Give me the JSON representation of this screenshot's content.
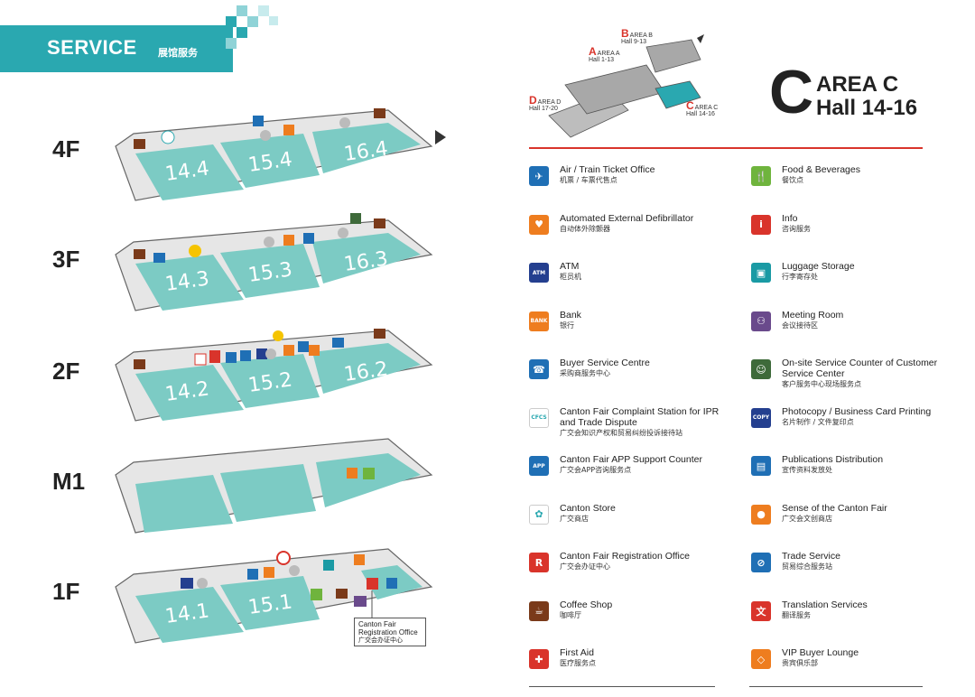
{
  "header": {
    "title": "SERVICE",
    "subtitle": "展馆服务"
  },
  "floors": [
    {
      "label": "4F",
      "halls": [
        "14.4",
        "15.4",
        "16.4"
      ]
    },
    {
      "label": "3F",
      "halls": [
        "14.3",
        "15.3",
        "16.3"
      ]
    },
    {
      "label": "2F",
      "halls": [
        "14.2",
        "15.2",
        "16.2"
      ]
    },
    {
      "label": "M1",
      "halls": [
        "",
        "",
        ""
      ]
    },
    {
      "label": "1F",
      "halls": [
        "14.1",
        "15.1",
        ""
      ]
    }
  ],
  "callout": {
    "en_line1": "Canton Fair",
    "en_line2": "Registration Office",
    "cn": "广交会办证中心"
  },
  "area": {
    "letter": "C",
    "line1": "AREA C",
    "line2": "Hall 14-16"
  },
  "mini_map": {
    "area_a": {
      "letter": "A",
      "line1": "AREA A",
      "line2": "Hall 1-13"
    },
    "area_b": {
      "letter": "B",
      "line1": "AREA B",
      "line2": "Hall 9-13"
    },
    "area_c": {
      "letter": "C",
      "line1": "AREA C",
      "line2": "Hall 14-16"
    },
    "area_d": {
      "letter": "D",
      "line1": "AREA D",
      "line2": "Hall 17-20"
    }
  },
  "legend": {
    "left": [
      {
        "en": "Air / Train Ticket Office",
        "cn": "机票 / 车票代售点",
        "icon": "plane-train-icon",
        "glyph": "✈",
        "color": "c-blue"
      },
      {
        "en": "Automated External Defibrillator",
        "cn": "自动体外除颤器",
        "icon": "defibrillator-icon",
        "glyph": "♥",
        "color": "c-orange"
      },
      {
        "en": "ATM",
        "cn": "柜员机",
        "icon": "atm-icon",
        "glyph": "ATM",
        "color": "c-navy"
      },
      {
        "en": "Bank",
        "cn": "银行",
        "icon": "bank-icon",
        "glyph": "BANK",
        "color": "c-orange"
      },
      {
        "en": "Buyer Service Centre",
        "cn": "采购商服务中心",
        "icon": "buyer-service-icon",
        "glyph": "☎",
        "color": "c-blue"
      },
      {
        "en": "Canton Fair Complaint Station for IPR and Trade Dispute",
        "cn": "广交会知识产权和贸易纠纷投诉接待站",
        "icon": "cfcs-icon",
        "glyph": "CFCS",
        "color": "c-white"
      },
      {
        "en": "Canton Fair APP Support Counter",
        "cn": "广交会APP咨询服务点",
        "icon": "app-icon",
        "glyph": "APP",
        "color": "c-blue"
      },
      {
        "en": "Canton Store",
        "cn": "广交商店",
        "icon": "canton-store-icon",
        "glyph": "✿",
        "color": "c-white"
      },
      {
        "en": "Canton Fair Registration Office",
        "cn": "广交会办证中心",
        "icon": "registration-icon",
        "glyph": "R",
        "color": "c-red"
      },
      {
        "en": "Coffee Shop",
        "cn": "咖啡厅",
        "icon": "coffee-icon",
        "glyph": "☕",
        "color": "c-brown"
      },
      {
        "en": "First Aid",
        "cn": "医疗服务点",
        "icon": "first-aid-icon",
        "glyph": "✚",
        "color": "c-red"
      }
    ],
    "right": [
      {
        "en": "Food & Beverages",
        "cn": "餐饮点",
        "icon": "food-icon",
        "glyph": "🍴",
        "color": "c-green"
      },
      {
        "en": "Info",
        "cn": "咨询服务",
        "icon": "info-icon",
        "glyph": "i",
        "color": "c-red"
      },
      {
        "en": "Luggage Storage",
        "cn": "行李寄存处",
        "icon": "luggage-icon",
        "glyph": "▣",
        "color": "c-teal"
      },
      {
        "en": "Meeting Room",
        "cn": "会议接待区",
        "icon": "meeting-icon",
        "glyph": "⚇",
        "color": "c-purple"
      },
      {
        "en": "On-site Service Counter of Customer Service Center",
        "cn": "客户服务中心现场服务点",
        "icon": "customer-service-icon",
        "glyph": "☺",
        "color": "c-dkgreen"
      },
      {
        "en": "Photocopy / Business Card Printing",
        "cn": "名片制作 / 文件复印点",
        "icon": "copy-icon",
        "glyph": "COPY",
        "color": "c-navy"
      },
      {
        "en": "Publications Distribution",
        "cn": "宣传资料发放处",
        "icon": "publications-icon",
        "glyph": "▤",
        "color": "c-blue"
      },
      {
        "en": "Sense of the Canton Fair",
        "cn": "广交会文创商店",
        "icon": "sense-icon",
        "glyph": "●",
        "color": "c-orange"
      },
      {
        "en": "Trade Service",
        "cn": "贸易综合服务站",
        "icon": "trade-service-icon",
        "glyph": "⊘",
        "color": "c-blue"
      },
      {
        "en": "Translation Services",
        "cn": "翻译服务",
        "icon": "translation-icon",
        "glyph": "文",
        "color": "c-red"
      },
      {
        "en": "VIP Buyer Lounge",
        "cn": "贵宾俱乐部",
        "icon": "vip-icon",
        "glyph": "◇",
        "color": "c-orange"
      }
    ]
  },
  "colors": {
    "hall": "#7ccbc4",
    "floor": "#e6e6e6",
    "accent": "#2aa8b0",
    "red": "#d9342b"
  }
}
